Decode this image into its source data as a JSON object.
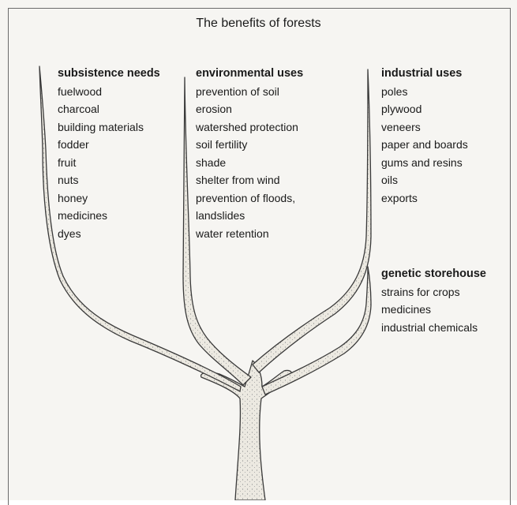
{
  "title": "The benefits of forests",
  "groups": {
    "subsistence": {
      "heading": "subsistence needs",
      "items": [
        "fuelwood",
        "charcoal",
        "building materials",
        "fodder",
        "fruit",
        "nuts",
        "honey",
        "medicines",
        "dyes"
      ]
    },
    "environmental": {
      "heading": "environmental uses",
      "items": [
        "prevention of soil",
        "erosion",
        "watershed protection",
        "soil fertility",
        "shade",
        "shelter from wind",
        "prevention of floods,",
        "landslides",
        "water retention"
      ]
    },
    "industrial": {
      "heading": "industrial uses",
      "items": [
        "poles",
        "plywood",
        "veneers",
        "paper and boards",
        "gums and resins",
        "oils",
        "exports"
      ]
    },
    "genetic": {
      "heading": "genetic storehouse",
      "items": [
        "strains for crops",
        "medicines",
        "industrial chemicals"
      ]
    }
  },
  "colors": {
    "ink": "#1a1a1a",
    "branch_fill": "#ece9e1",
    "branch_stroke": "#3a3a3a",
    "background": "#f6f5f2"
  }
}
